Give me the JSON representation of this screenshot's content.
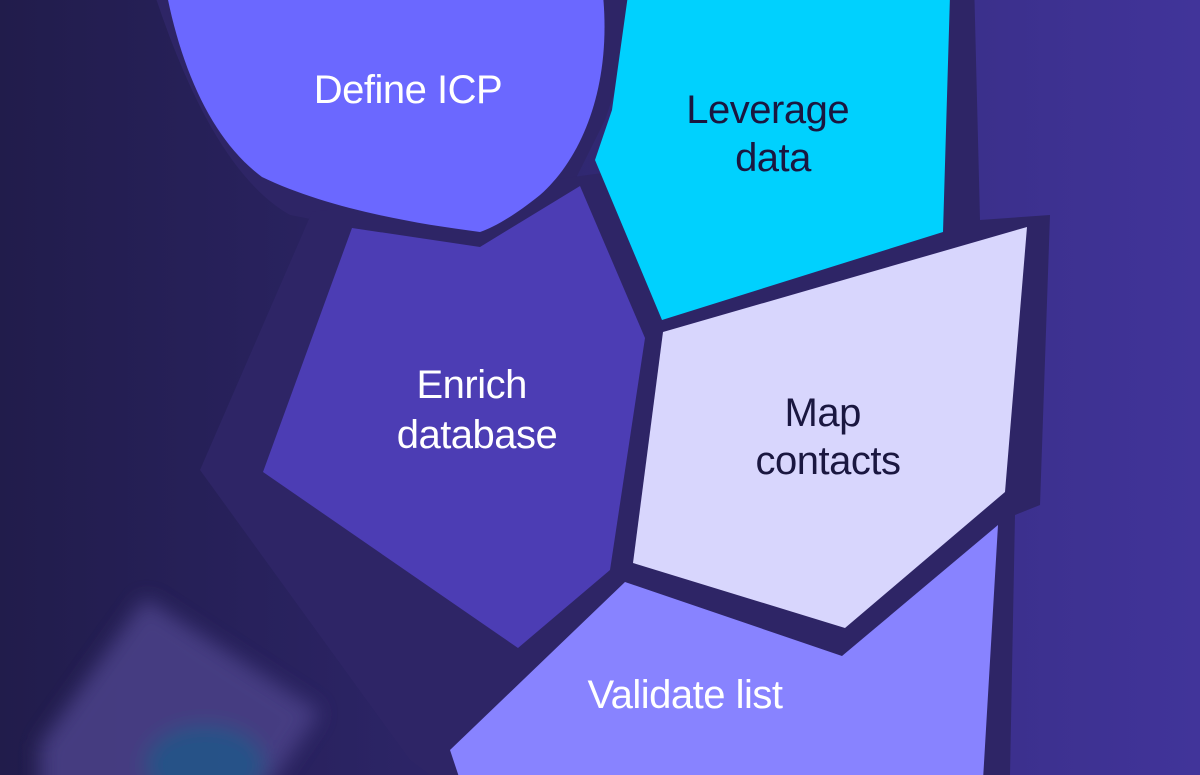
{
  "diagram": {
    "colors": {
      "bg_left": "#211c4b",
      "bg_right": "#41349a",
      "outline": "#2e2566",
      "define_icp": "#6b68ff",
      "leverage_data": "#00d1fe",
      "enrich_database": "#4c3db4",
      "map_contacts": "#d8d6fd",
      "validate_list": "#8883ff",
      "text_light": "#ffffff",
      "text_dark": "#1a1740"
    },
    "steps": {
      "define_icp": {
        "lines": [
          "Define ICP"
        ]
      },
      "leverage_data": {
        "lines": [
          "Leverage",
          "data"
        ]
      },
      "enrich_database": {
        "lines": [
          "Enrich",
          "database"
        ]
      },
      "map_contacts": {
        "lines": [
          "Map",
          "contacts"
        ]
      },
      "validate_list": {
        "lines": [
          "Validate list"
        ]
      }
    }
  }
}
